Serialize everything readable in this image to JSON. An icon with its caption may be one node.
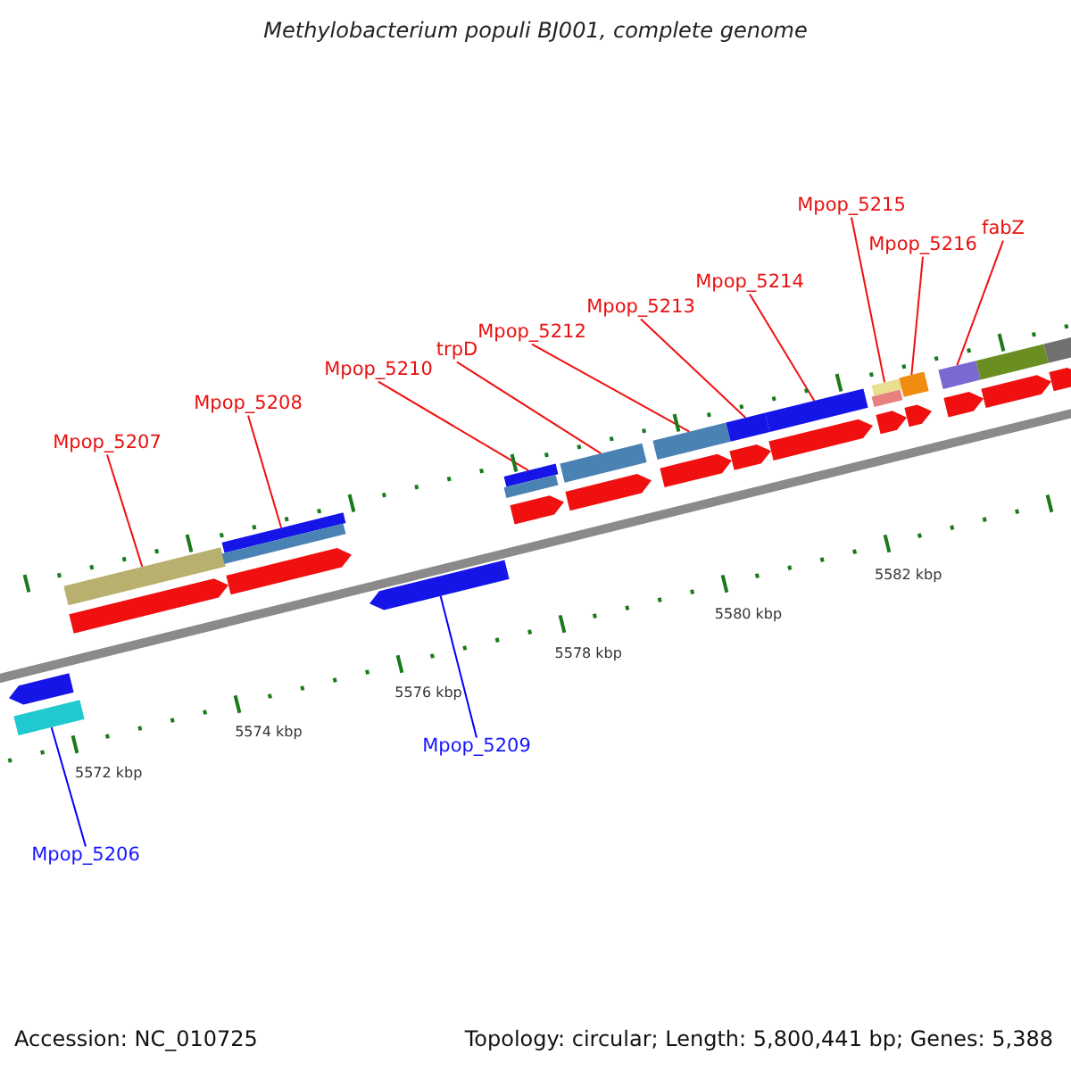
{
  "diagram": {
    "title": "Methylobacterium populi BJ001, complete genome",
    "nodes": [
      {
        "text": [
          "Mpop_5207"
        ]
      },
      {
        "text": [
          "Mpop_5208"
        ]
      },
      {
        "text": [
          "Mpop_5210"
        ]
      },
      {
        "text": [
          "trpD"
        ]
      },
      {
        "text": [
          "Mpop_5212"
        ]
      },
      {
        "text": [
          "Mpop_5213"
        ]
      },
      {
        "text": [
          "Mpop_5214"
        ]
      },
      {
        "text": [
          "Mpop_5215"
        ]
      },
      {
        "text": [
          "Mpop_5216"
        ]
      },
      {
        "text": [
          "fabZ"
        ]
      },
      {
        "text": [
          "Mpop_5209"
        ]
      },
      {
        "text": [
          "Mpop_5206"
        ]
      },
      {
        "text": [],
        "shape": "bar"
      },
      {
        "text": [],
        "shape": "bar"
      },
      {
        "text": [],
        "shape": "bar"
      },
      {
        "text": [],
        "shape": "bar"
      },
      {
        "text": [],
        "shape": "bar"
      },
      {
        "text": [],
        "shape": "bar"
      },
      {
        "text": [],
        "shape": "bar"
      },
      {
        "text": [],
        "shape": "bar"
      },
      {
        "text": [],
        "shape": "bar"
      },
      {
        "text": [],
        "shape": "bar"
      },
      {
        "text": [],
        "shape": "arrow"
      },
      {
        "text": [],
        "shape": "bar"
      },
      {
        "text": [],
        "shape": "bar"
      },
      {
        "text": [],
        "shape": "bar"
      },
      {
        "text": [],
        "shape": "arrow"
      },
      {
        "text": [],
        "shape": "arrow"
      },
      {
        "text": [],
        "shape": "arrow"
      },
      {
        "text": [],
        "shape": "arrow"
      },
      {
        "text": [],
        "shape": "arrow"
      },
      {
        "text": [],
        "shape": "arrow"
      },
      {
        "text": [],
        "shape": "arrow"
      },
      {
        "text": [],
        "shape": "arrow"
      },
      {
        "text": [],
        "shape": "arrow"
      },
      {
        "text": [],
        "shape": "arrow"
      },
      {
        "text": [],
        "shape": "arrow"
      },
      {
        "text": [],
        "shape": "arrow"
      },
      {
        "text": [],
        "shape": "arrow"
      }
    ],
    "edges": [
      {
        "from": 0,
        "to": 12,
        "arrow": "none"
      },
      {
        "from": 1,
        "to": 13,
        "arrow": "none"
      },
      {
        "from": 2,
        "to": 14,
        "arrow": "none"
      },
      {
        "from": 3,
        "to": 15,
        "arrow": "none"
      },
      {
        "from": 4,
        "to": 16,
        "arrow": "none"
      },
      {
        "from": 5,
        "to": 17,
        "arrow": "none"
      },
      {
        "from": 6,
        "to": 18,
        "arrow": "none"
      },
      {
        "from": 7,
        "to": 19,
        "arrow": "none"
      },
      {
        "from": 8,
        "to": 20,
        "arrow": "none"
      },
      {
        "from": 9,
        "to": 21,
        "arrow": "none"
      },
      {
        "from": 10,
        "to": 22,
        "arrow": "none",
        "color": "#0000ff"
      },
      {
        "from": 11,
        "to": 23,
        "arrow": "none",
        "color": "#0000ff"
      }
    ],
    "labels": [
      "5572 kbp",
      "5574 kbp",
      "5576 kbp",
      "5578 kbp",
      "5580 kbp",
      "5582 kbp",
      "Accession: NC_010725",
      "Topology: circular; Length: 5,800,441 bp; Genes: 5,388"
    ]
  }
}
